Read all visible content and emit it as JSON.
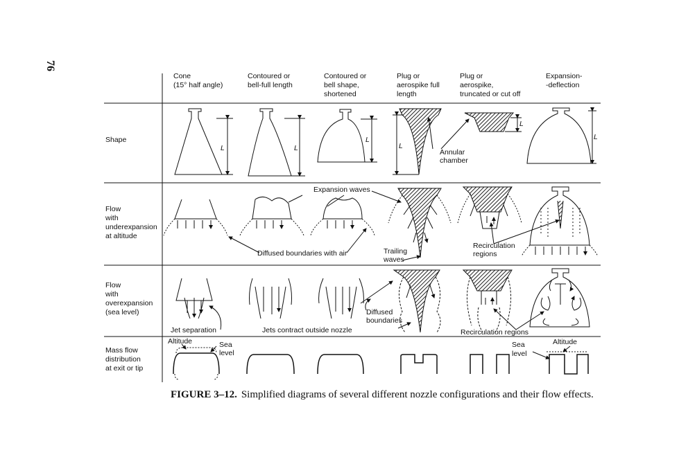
{
  "page_number": "76",
  "columns": [
    {
      "lines": [
        "Cone",
        "(15° half angle)"
      ]
    },
    {
      "lines": [
        "Contoured or",
        "bell-full length"
      ]
    },
    {
      "lines": [
        "Contoured or",
        "bell shape,",
        "shortened"
      ]
    },
    {
      "lines": [
        "Plug or",
        "aerospike full",
        "length"
      ]
    },
    {
      "lines": [
        "Plug or",
        "aerospike,",
        "truncated or cut off"
      ]
    },
    {
      "lines": [
        "Expansion-",
        "-deflection"
      ]
    }
  ],
  "rows": [
    {
      "lines": [
        "Shape"
      ]
    },
    {
      "lines": [
        "Flow",
        "with",
        "underexpansion",
        "at altitude"
      ]
    },
    {
      "lines": [
        "Flow",
        "with",
        "overexpansion",
        "(sea level)"
      ]
    },
    {
      "lines": [
        "Mass flow",
        "distribution",
        "at exit or tip"
      ]
    }
  ],
  "annotations": {
    "length_label": "L",
    "annular_chamber": [
      "Annular",
      "chamber"
    ],
    "expansion_waves": "Expansion waves",
    "diffused_boundaries_air": "Diffused boundaries with air",
    "trailing_waves": [
      "Trailing",
      "waves"
    ],
    "recirculation_regions_2": [
      "Recirculation",
      "regions"
    ],
    "jet_separation": "Jet separation",
    "jets_contract": "Jets contract outside nozzle",
    "diffused_boundaries": [
      "Diffused",
      "boundaries"
    ],
    "recirculation_regions_3": "Recirculation regions",
    "altitude_left": "Altitude",
    "sea_level_left": [
      "Sea",
      "level"
    ],
    "sea_left_right": "Sea",
    "level_right": "level",
    "altitude_right": "Altitude"
  },
  "caption": {
    "label": "FIGURE 3–12.",
    "text": "Simplified diagrams of several different nozzle configurations and their flow effects."
  }
}
